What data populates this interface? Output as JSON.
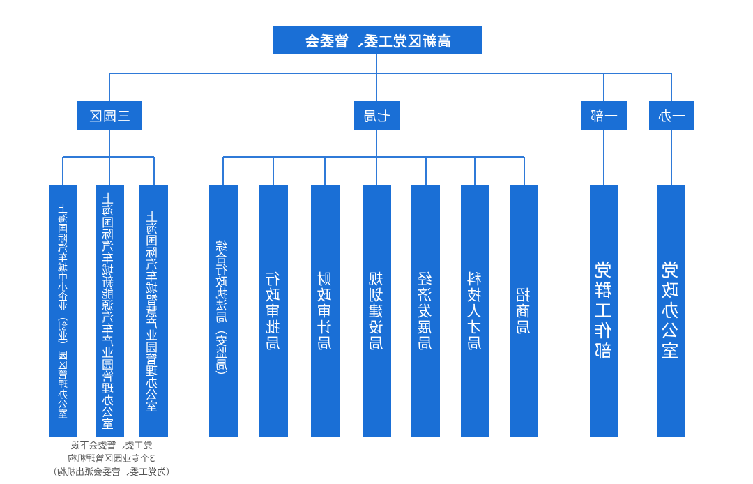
{
  "root": {
    "label": "高新区党工委、管委会"
  },
  "groups": [
    {
      "id": "yiban",
      "label": "一办"
    },
    {
      "id": "yibu",
      "label": "一部"
    },
    {
      "id": "qiju",
      "label": "七局"
    },
    {
      "id": "sanyuan",
      "label": "三园区"
    }
  ],
  "units": {
    "yiban": [
      "党政办公室"
    ],
    "yibu": [
      "党群工作部"
    ],
    "qiju": [
      "招商局",
      "科技人才局",
      "经济发展局",
      "规划建设局",
      "财政审计局",
      "行政审批局",
      "综合行政执法局（安监局）"
    ],
    "sanyuan": [
      "上海国际汽车城智慧产业园管理办公室",
      "上海国际汽车城新能源汽车产业园管理办公室",
      "上海国际汽车城中小企业（创业）园区管理办公室"
    ]
  },
  "note": {
    "lines": [
      "党工委、管委会下设",
      "3个专业园区管理机构",
      "（为党工委、管委会派出机构）"
    ]
  },
  "colors": {
    "box": "#1a6fd6",
    "line": "#2f7ad8",
    "note_text": "#555555"
  }
}
